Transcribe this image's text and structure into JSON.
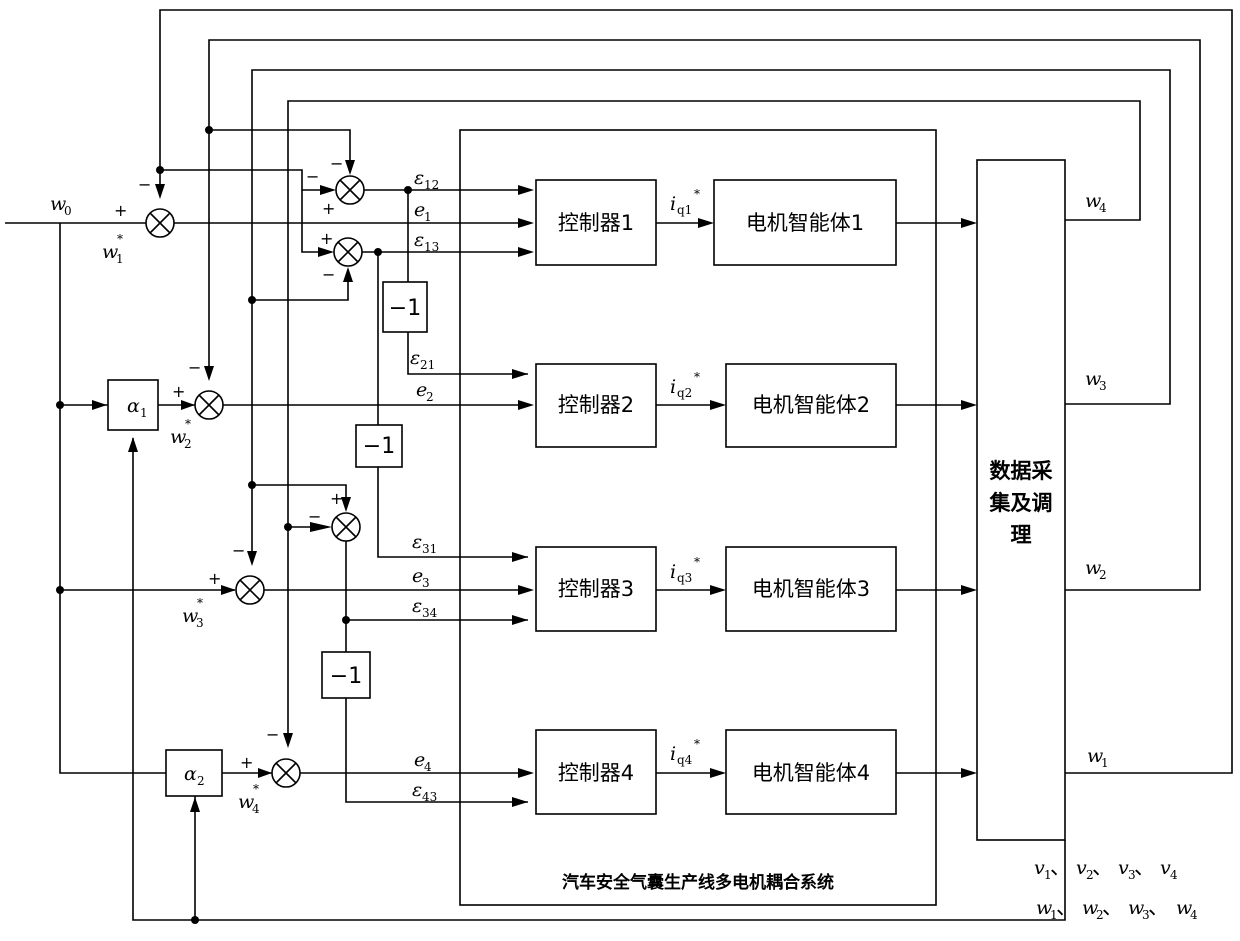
{
  "system_label": "汽车安全气囊生产线多电机耦合系统",
  "controllers": [
    "控制器1",
    "控制器2",
    "控制器3",
    "控制器4"
  ],
  "motors": [
    "电机智能体1",
    "电机智能体2",
    "电机智能体3",
    "电机智能体4"
  ],
  "data_block": [
    "数据采",
    "集及调",
    "理"
  ],
  "gains": [
    {
      "sym": "α",
      "sub": "1"
    },
    {
      "sym": "α",
      "sub": "2"
    }
  ],
  "neg_one": [
    "−1",
    "−1",
    "−1"
  ],
  "input": {
    "sym": "w",
    "sub": "0"
  },
  "setpoints": [
    {
      "sym": "w",
      "sub": "1",
      "sup": "*"
    },
    {
      "sym": "w",
      "sub": "2",
      "sup": "*"
    },
    {
      "sym": "w",
      "sub": "3",
      "sup": "*"
    },
    {
      "sym": "w",
      "sub": "4",
      "sup": "*"
    }
  ],
  "errors": [
    {
      "sym": "e",
      "sub": "1"
    },
    {
      "sym": "e",
      "sub": "2"
    },
    {
      "sym": "e",
      "sub": "3"
    },
    {
      "sym": "e",
      "sub": "4"
    }
  ],
  "coupling_errors": [
    {
      "sym": "ε",
      "sub": "12"
    },
    {
      "sym": "ε",
      "sub": "13"
    },
    {
      "sym": "ε",
      "sub": "21"
    },
    {
      "sym": "ε",
      "sub": "31"
    },
    {
      "sym": "ε",
      "sub": "34"
    },
    {
      "sym": "ε",
      "sub": "43"
    }
  ],
  "currents": [
    {
      "sym": "i",
      "sub": "q1",
      "sup": "*"
    },
    {
      "sym": "i",
      "sub": "q2",
      "sup": "*"
    },
    {
      "sym": "i",
      "sub": "q3",
      "sup": "*"
    },
    {
      "sym": "i",
      "sub": "q4",
      "sup": "*"
    }
  ],
  "outputs": [
    {
      "sym": "w",
      "sub": "4"
    },
    {
      "sym": "w",
      "sub": "3"
    },
    {
      "sym": "w",
      "sub": "2"
    },
    {
      "sym": "w",
      "sub": "1"
    }
  ],
  "bottom_v": [
    {
      "sym": "v",
      "sub": "1"
    },
    {
      "sym": "v",
      "sub": "2"
    },
    {
      "sym": "v",
      "sub": "3"
    },
    {
      "sym": "v",
      "sub": "4"
    }
  ],
  "bottom_w": [
    {
      "sym": "w",
      "sub": "1"
    },
    {
      "sym": "w",
      "sub": "2"
    },
    {
      "sym": "w",
      "sub": "3"
    },
    {
      "sym": "w",
      "sub": "4"
    }
  ],
  "separator": "、",
  "signs": {
    "plus": "+",
    "minus": "−"
  }
}
